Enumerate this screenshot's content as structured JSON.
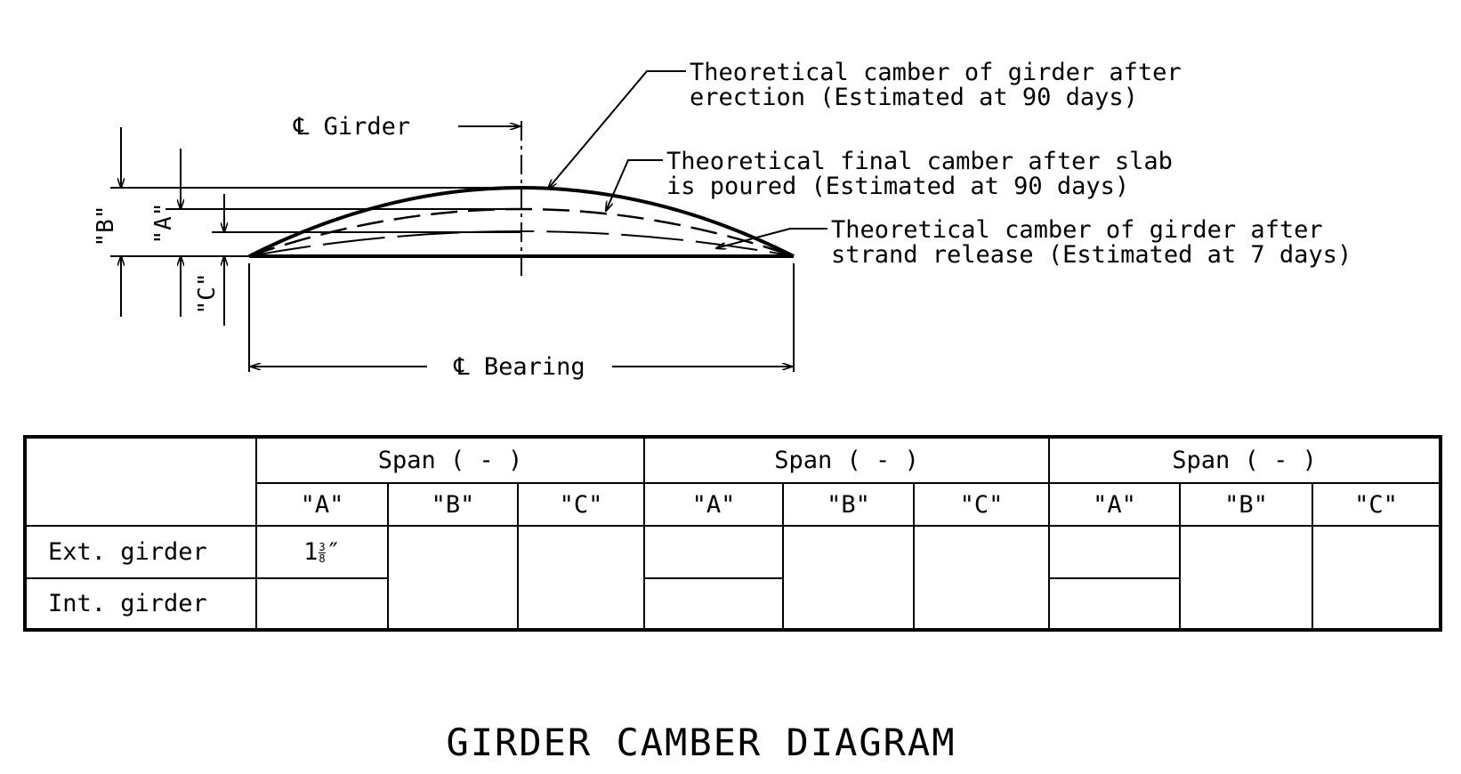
{
  "labels": {
    "girder_cl": "℄ Girder",
    "bearing_cl": "℄ Bearing",
    "dim_b": "\"B\"",
    "dim_a": "\"A\"",
    "dim_c": "\"C\"",
    "note_erection_1": "Theoretical camber of girder after",
    "note_erection_2": "erection (Estimated at 90 days)",
    "note_final_1": "Theoretical final camber after slab",
    "note_final_2": "is poured (Estimated at 90 days)",
    "note_release_1": "Theoretical camber of girder after",
    "note_release_2": "strand release (Estimated at 7 days)"
  },
  "table": {
    "spans": [
      {
        "label": "Span ( - )",
        "cols": [
          "\"A\"",
          "\"B\"",
          "\"C\""
        ]
      },
      {
        "label": "Span ( - )",
        "cols": [
          "\"A\"",
          "\"B\"",
          "\"C\""
        ]
      },
      {
        "label": "Span ( - )",
        "cols": [
          "\"A\"",
          "\"B\"",
          "\"C\""
        ]
      }
    ],
    "rows": [
      {
        "label": "Ext. girder",
        "span1_a_whole": "1",
        "span1_a_num": "3",
        "span1_a_den": "8",
        "span1_a_unit": "″"
      },
      {
        "label": "Int. girder"
      }
    ]
  },
  "title": "GIRDER CAMBER DIAGRAM"
}
